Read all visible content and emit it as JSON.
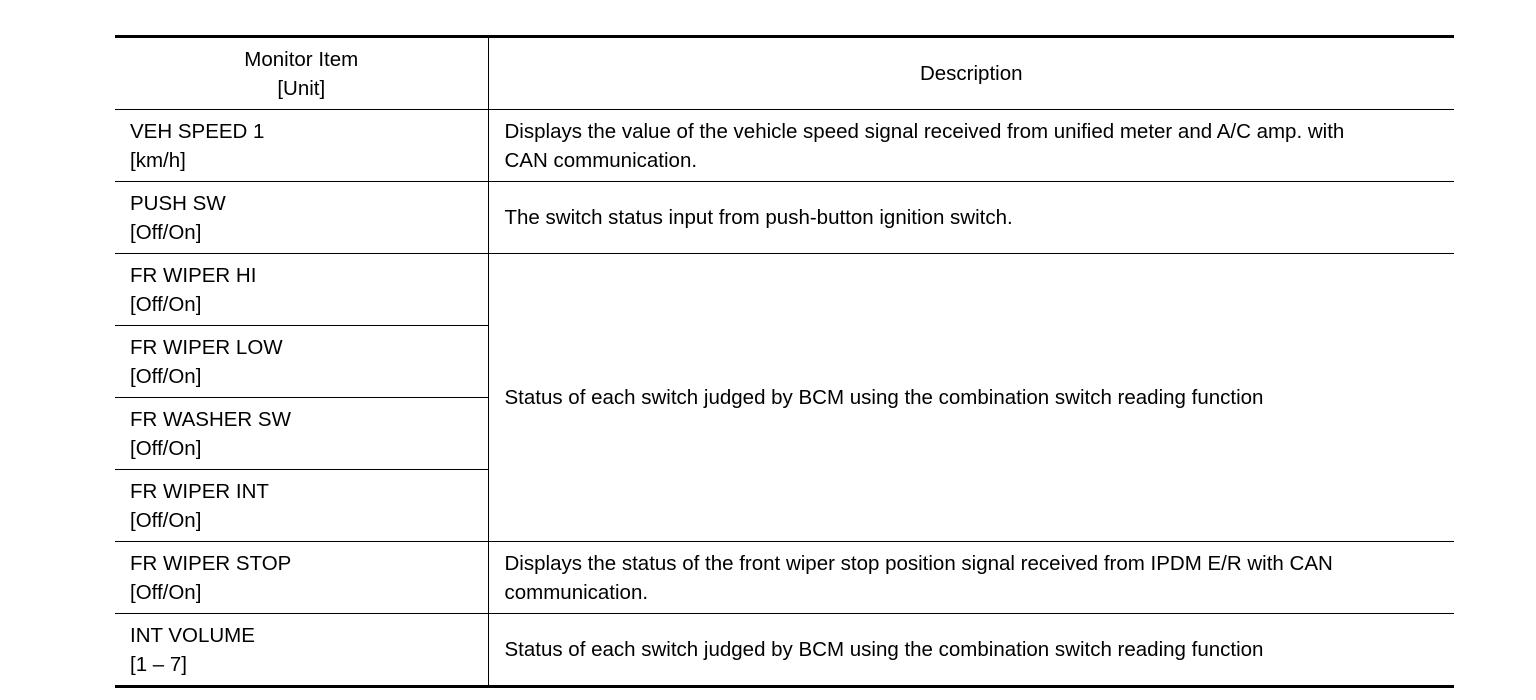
{
  "header": {
    "item_line1": "Monitor Item",
    "item_line2": "[Unit]",
    "description": "Description"
  },
  "rows": [
    {
      "item": "VEH SPEED 1",
      "unit": "[km/h]",
      "desc_line1": "Displays the value of the vehicle speed signal received from unified meter and A/C amp. with",
      "desc_line2": "CAN communication."
    },
    {
      "item": "PUSH SW",
      "unit": "[Off/On]",
      "desc_line1": "The switch status input from push-button ignition switch."
    },
    {
      "item": "FR WIPER HI",
      "unit": "[Off/On]",
      "desc_line1": "Status of each switch judged by BCM using the combination switch reading function"
    },
    {
      "item": "FR WIPER LOW",
      "unit": "[Off/On]"
    },
    {
      "item": "FR WASHER SW",
      "unit": "[Off/On]"
    },
    {
      "item": "FR WIPER INT",
      "unit": "[Off/On]"
    },
    {
      "item": "FR WIPER STOP",
      "unit": "[Off/On]",
      "desc_line1": "Displays the status of the front wiper stop position signal received from IPDM E/R with CAN",
      "desc_line2": "communication."
    },
    {
      "item": "INT VOLUME",
      "unit": "[1 – 7]",
      "desc_line1": "Status of each switch judged by BCM using the combination switch reading function"
    }
  ]
}
